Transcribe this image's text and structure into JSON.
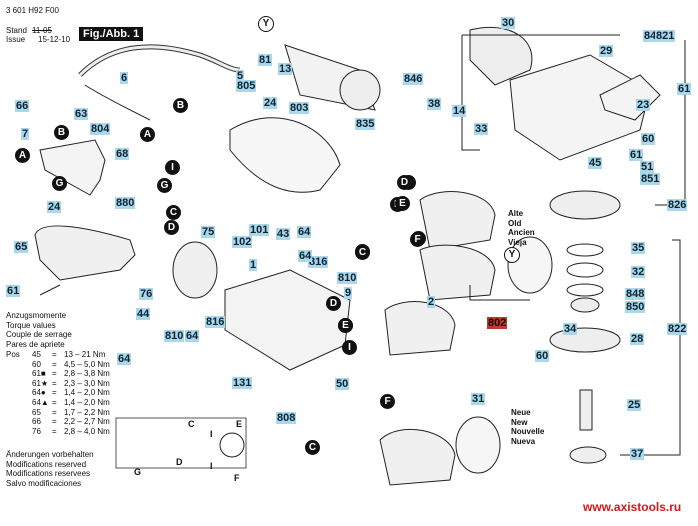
{
  "header": {
    "part_number": "3 601 H92 F00",
    "stand_label": "Stand",
    "issue_label": "Issue",
    "old_date": "11-05",
    "issue_date": "15-12-10",
    "figure_label": "Fig./Abb. 1"
  },
  "torque": {
    "title_lines": [
      "Anzugsmomente",
      "Torque values",
      "Couple de serrage",
      "Pares de apriete"
    ],
    "pos_label": "Pos",
    "rows": [
      {
        "pos": "45",
        "mark": "",
        "value": "13 – 21 Nm"
      },
      {
        "pos": "60",
        "mark": "",
        "value": "4,5 – 5,0 Nm"
      },
      {
        "pos": "61",
        "mark": "■",
        "value": "2,8 – 3,8 Nm"
      },
      {
        "pos": "61",
        "mark": "★",
        "value": "2,3 – 3,0 Nm"
      },
      {
        "pos": "64",
        "mark": "●",
        "value": "1,4 – 2,0 Nm"
      },
      {
        "pos": "64",
        "mark": "▲",
        "value": "1,4 – 2,0 Nm"
      },
      {
        "pos": "65",
        "mark": "",
        "value": "1,7 – 2,2 Nm"
      },
      {
        "pos": "66",
        "mark": "",
        "value": "2,2 – 2,7 Nm"
      },
      {
        "pos": "76",
        "mark": "",
        "value": "2,8 – 4,0 Nm"
      }
    ]
  },
  "notes": {
    "modifications": [
      "Änderungen vorbehalten",
      "Modifications reserved",
      "Modifications reservees",
      "Salvo modificaciones"
    ],
    "old_variant": [
      "Alte",
      "Old",
      "Ancien",
      "Vieja"
    ],
    "new_variant": [
      "Neue",
      "New",
      "Nouvelle",
      "Nueva"
    ]
  },
  "watermark": "www.axistools.ru",
  "part_labels": [
    {
      "id": "6",
      "style": "normal"
    },
    {
      "id": "5",
      "style": "normal"
    },
    {
      "id": "805",
      "style": "normal"
    },
    {
      "id": "81",
      "style": "normal"
    },
    {
      "id": "13",
      "style": "normal"
    },
    {
      "id": "803",
      "style": "normal"
    },
    {
      "id": "835",
      "style": "normal"
    },
    {
      "id": "846",
      "style": "normal"
    },
    {
      "id": "38",
      "style": "normal"
    },
    {
      "id": "14",
      "style": "normal"
    },
    {
      "id": "33",
      "style": "normal"
    },
    {
      "id": "30",
      "style": "normal"
    },
    {
      "id": "840",
      "style": "normal"
    },
    {
      "id": "29",
      "style": "normal"
    },
    {
      "id": "821",
      "style": "normal"
    },
    {
      "id": "23",
      "style": "normal"
    },
    {
      "id": "61",
      "style": "normal"
    },
    {
      "id": "60",
      "style": "normal"
    },
    {
      "id": "61",
      "style": "normal"
    },
    {
      "id": "45",
      "style": "normal"
    },
    {
      "id": "51",
      "style": "normal"
    },
    {
      "id": "851",
      "style": "normal"
    },
    {
      "id": "826",
      "style": "normal"
    },
    {
      "id": "66",
      "style": "normal"
    },
    {
      "id": "63",
      "style": "normal"
    },
    {
      "id": "7",
      "style": "normal"
    },
    {
      "id": "804",
      "style": "normal"
    },
    {
      "id": "68",
      "style": "normal"
    },
    {
      "id": "880",
      "style": "normal"
    },
    {
      "id": "75",
      "style": "normal"
    },
    {
      "id": "24",
      "style": "normal"
    },
    {
      "id": "24",
      "style": "normal"
    },
    {
      "id": "65",
      "style": "normal"
    },
    {
      "id": "61",
      "style": "normal"
    },
    {
      "id": "76",
      "style": "normal"
    },
    {
      "id": "102",
      "style": "normal"
    },
    {
      "id": "101",
      "style": "normal"
    },
    {
      "id": "43",
      "style": "normal"
    },
    {
      "id": "64",
      "style": "normal"
    },
    {
      "id": "816",
      "style": "normal"
    },
    {
      "id": "64",
      "style": "normal"
    },
    {
      "id": "810",
      "style": "normal"
    },
    {
      "id": "1",
      "style": "normal"
    },
    {
      "id": "9",
      "style": "normal"
    },
    {
      "id": "2",
      "style": "normal"
    },
    {
      "id": "802",
      "style": "highlight"
    },
    {
      "id": "816",
      "style": "normal"
    },
    {
      "id": "64",
      "style": "normal"
    },
    {
      "id": "810",
      "style": "normal"
    },
    {
      "id": "44",
      "style": "normal"
    },
    {
      "id": "64",
      "style": "normal"
    },
    {
      "id": "131",
      "style": "normal"
    },
    {
      "id": "808",
      "style": "normal"
    },
    {
      "id": "50",
      "style": "normal"
    },
    {
      "id": "31",
      "style": "normal"
    },
    {
      "id": "35",
      "style": "normal"
    },
    {
      "id": "32",
      "style": "normal"
    },
    {
      "id": "848",
      "style": "normal"
    },
    {
      "id": "850",
      "style": "normal"
    },
    {
      "id": "34",
      "style": "normal"
    },
    {
      "id": "28",
      "style": "normal"
    },
    {
      "id": "822",
      "style": "normal"
    },
    {
      "id": "60",
      "style": "normal"
    },
    {
      "id": "25",
      "style": "normal"
    },
    {
      "id": "37",
      "style": "normal"
    }
  ],
  "connectors": [
    "A",
    "B",
    "A",
    "B",
    "G",
    "G",
    "I",
    "C",
    "D",
    "D",
    "E",
    "F",
    "C",
    "E",
    "D",
    "E",
    "I",
    "F",
    "C",
    "D",
    "E",
    "F",
    "C",
    "Y",
    "Y"
  ],
  "schematic_labels": [
    "C",
    "E",
    "D",
    "G",
    "F",
    "I",
    "I"
  ]
}
